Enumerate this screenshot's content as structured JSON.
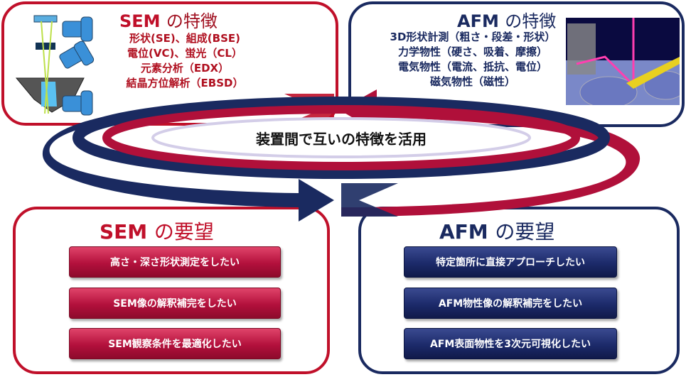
{
  "sem_features": {
    "title_main": "SEM",
    "title_suffix": "の特徴",
    "items": [
      "形状(SE)、組成(BSE)",
      "電位(VC)、蛍光（CL）",
      "元素分析（EDX）",
      "結晶方位解析（EBSD）"
    ]
  },
  "afm_features": {
    "title_main": "AFM",
    "title_suffix": "の特徴",
    "items": [
      "3D形状計測（粗さ・段差・形状）",
      "力学物性（硬さ、吸着、摩擦）",
      "電気物性（電流、抵抗、電位）",
      "磁気物性（磁性）"
    ]
  },
  "center_label": "装置間で互いの特徴を活用",
  "sem_needs": {
    "title_main": "SEM",
    "title_suffix": "の要望",
    "items": [
      "高さ・深さ形状測定をしたい",
      "SEM像の解釈補完をしたい",
      "SEM観察条件を最適化したい"
    ]
  },
  "afm_needs": {
    "title_main": "AFM",
    "title_suffix": "の要望",
    "items": [
      "特定箇所に直接アプローチしたい",
      "AFM物性像の解釈補完をしたい",
      "AFM表面物性を3次元可視化したい"
    ]
  },
  "colors": {
    "sem": "#c0102a",
    "afm": "#1a2a60"
  }
}
